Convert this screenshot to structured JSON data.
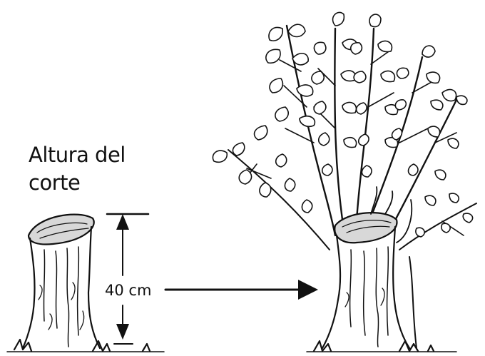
{
  "caption": {
    "line1": "Altura del",
    "line2": "corte"
  },
  "measurement": {
    "label": "40 cm"
  }
}
